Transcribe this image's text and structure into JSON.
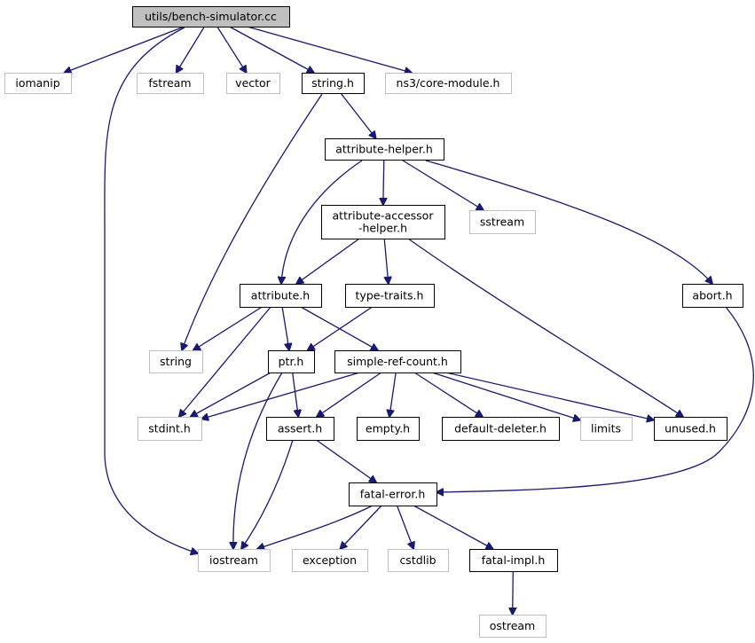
{
  "colors": {
    "edge": "#191970",
    "node_border_internal": "#000000",
    "node_border_external": "#bfbfbf",
    "node_fill_root": "#bfbfbf",
    "node_fill_default": "#ffffff",
    "text": "#000000"
  },
  "graph": {
    "nodes": [
      {
        "id": "root",
        "label": "utils/bench-simulator.cc",
        "kind": "root"
      },
      {
        "id": "iomanip",
        "label": "iomanip",
        "kind": "external"
      },
      {
        "id": "fstream",
        "label": "fstream",
        "kind": "external"
      },
      {
        "id": "vector",
        "label": "vector",
        "kind": "external"
      },
      {
        "id": "string_h",
        "label": "string.h",
        "kind": "internal"
      },
      {
        "id": "ns3core",
        "label": "ns3/core-module.h",
        "kind": "external"
      },
      {
        "id": "attribute_helper",
        "label": "attribute-helper.h",
        "kind": "internal"
      },
      {
        "id": "attribute_accessor",
        "label": "attribute-accessor\n-helper.h",
        "kind": "internal"
      },
      {
        "id": "sstream",
        "label": "sstream",
        "kind": "external"
      },
      {
        "id": "attribute_h",
        "label": "attribute.h",
        "kind": "internal"
      },
      {
        "id": "type_traits",
        "label": "type-traits.h",
        "kind": "internal"
      },
      {
        "id": "abort_h",
        "label": "abort.h",
        "kind": "internal"
      },
      {
        "id": "string",
        "label": "string",
        "kind": "external"
      },
      {
        "id": "ptr_h",
        "label": "ptr.h",
        "kind": "internal"
      },
      {
        "id": "simple_ref_count",
        "label": "simple-ref-count.h",
        "kind": "internal"
      },
      {
        "id": "stdint",
        "label": "stdint.h",
        "kind": "external"
      },
      {
        "id": "assert_h",
        "label": "assert.h",
        "kind": "internal"
      },
      {
        "id": "empty_h",
        "label": "empty.h",
        "kind": "internal"
      },
      {
        "id": "default_deleter",
        "label": "default-deleter.h",
        "kind": "internal"
      },
      {
        "id": "limits",
        "label": "limits",
        "kind": "external"
      },
      {
        "id": "unused_h",
        "label": "unused.h",
        "kind": "internal"
      },
      {
        "id": "fatal_error",
        "label": "fatal-error.h",
        "kind": "internal"
      },
      {
        "id": "iostream",
        "label": "iostream",
        "kind": "external"
      },
      {
        "id": "exception",
        "label": "exception",
        "kind": "external"
      },
      {
        "id": "cstdlib",
        "label": "cstdlib",
        "kind": "external"
      },
      {
        "id": "fatal_impl",
        "label": "fatal-impl.h",
        "kind": "internal"
      },
      {
        "id": "ostream",
        "label": "ostream",
        "kind": "external"
      }
    ],
    "edges": [
      {
        "from": "root",
        "to": "iomanip"
      },
      {
        "from": "root",
        "to": "fstream"
      },
      {
        "from": "root",
        "to": "vector"
      },
      {
        "from": "root",
        "to": "string_h"
      },
      {
        "from": "root",
        "to": "ns3core"
      },
      {
        "from": "root",
        "to": "iostream"
      },
      {
        "from": "string_h",
        "to": "attribute_helper"
      },
      {
        "from": "string_h",
        "to": "string"
      },
      {
        "from": "attribute_helper",
        "to": "attribute_accessor"
      },
      {
        "from": "attribute_helper",
        "to": "sstream"
      },
      {
        "from": "attribute_helper",
        "to": "abort_h"
      },
      {
        "from": "attribute_helper",
        "to": "attribute_h"
      },
      {
        "from": "attribute_accessor",
        "to": "attribute_h"
      },
      {
        "from": "attribute_accessor",
        "to": "type_traits"
      },
      {
        "from": "attribute_accessor",
        "to": "unused_h"
      },
      {
        "from": "attribute_h",
        "to": "string"
      },
      {
        "from": "attribute_h",
        "to": "ptr_h"
      },
      {
        "from": "attribute_h",
        "to": "simple_ref_count"
      },
      {
        "from": "attribute_h",
        "to": "stdint"
      },
      {
        "from": "type_traits",
        "to": "ptr_h"
      },
      {
        "from": "abort_h",
        "to": "fatal_error"
      },
      {
        "from": "ptr_h",
        "to": "stdint"
      },
      {
        "from": "ptr_h",
        "to": "assert_h"
      },
      {
        "from": "ptr_h",
        "to": "iostream"
      },
      {
        "from": "simple_ref_count",
        "to": "stdint"
      },
      {
        "from": "simple_ref_count",
        "to": "assert_h"
      },
      {
        "from": "simple_ref_count",
        "to": "empty_h"
      },
      {
        "from": "simple_ref_count",
        "to": "default_deleter"
      },
      {
        "from": "simple_ref_count",
        "to": "limits"
      },
      {
        "from": "simple_ref_count",
        "to": "unused_h"
      },
      {
        "from": "assert_h",
        "to": "fatal_error"
      },
      {
        "from": "assert_h",
        "to": "iostream"
      },
      {
        "from": "fatal_error",
        "to": "iostream"
      },
      {
        "from": "fatal_error",
        "to": "exception"
      },
      {
        "from": "fatal_error",
        "to": "cstdlib"
      },
      {
        "from": "fatal_error",
        "to": "fatal_impl"
      },
      {
        "from": "fatal_impl",
        "to": "ostream"
      }
    ]
  }
}
